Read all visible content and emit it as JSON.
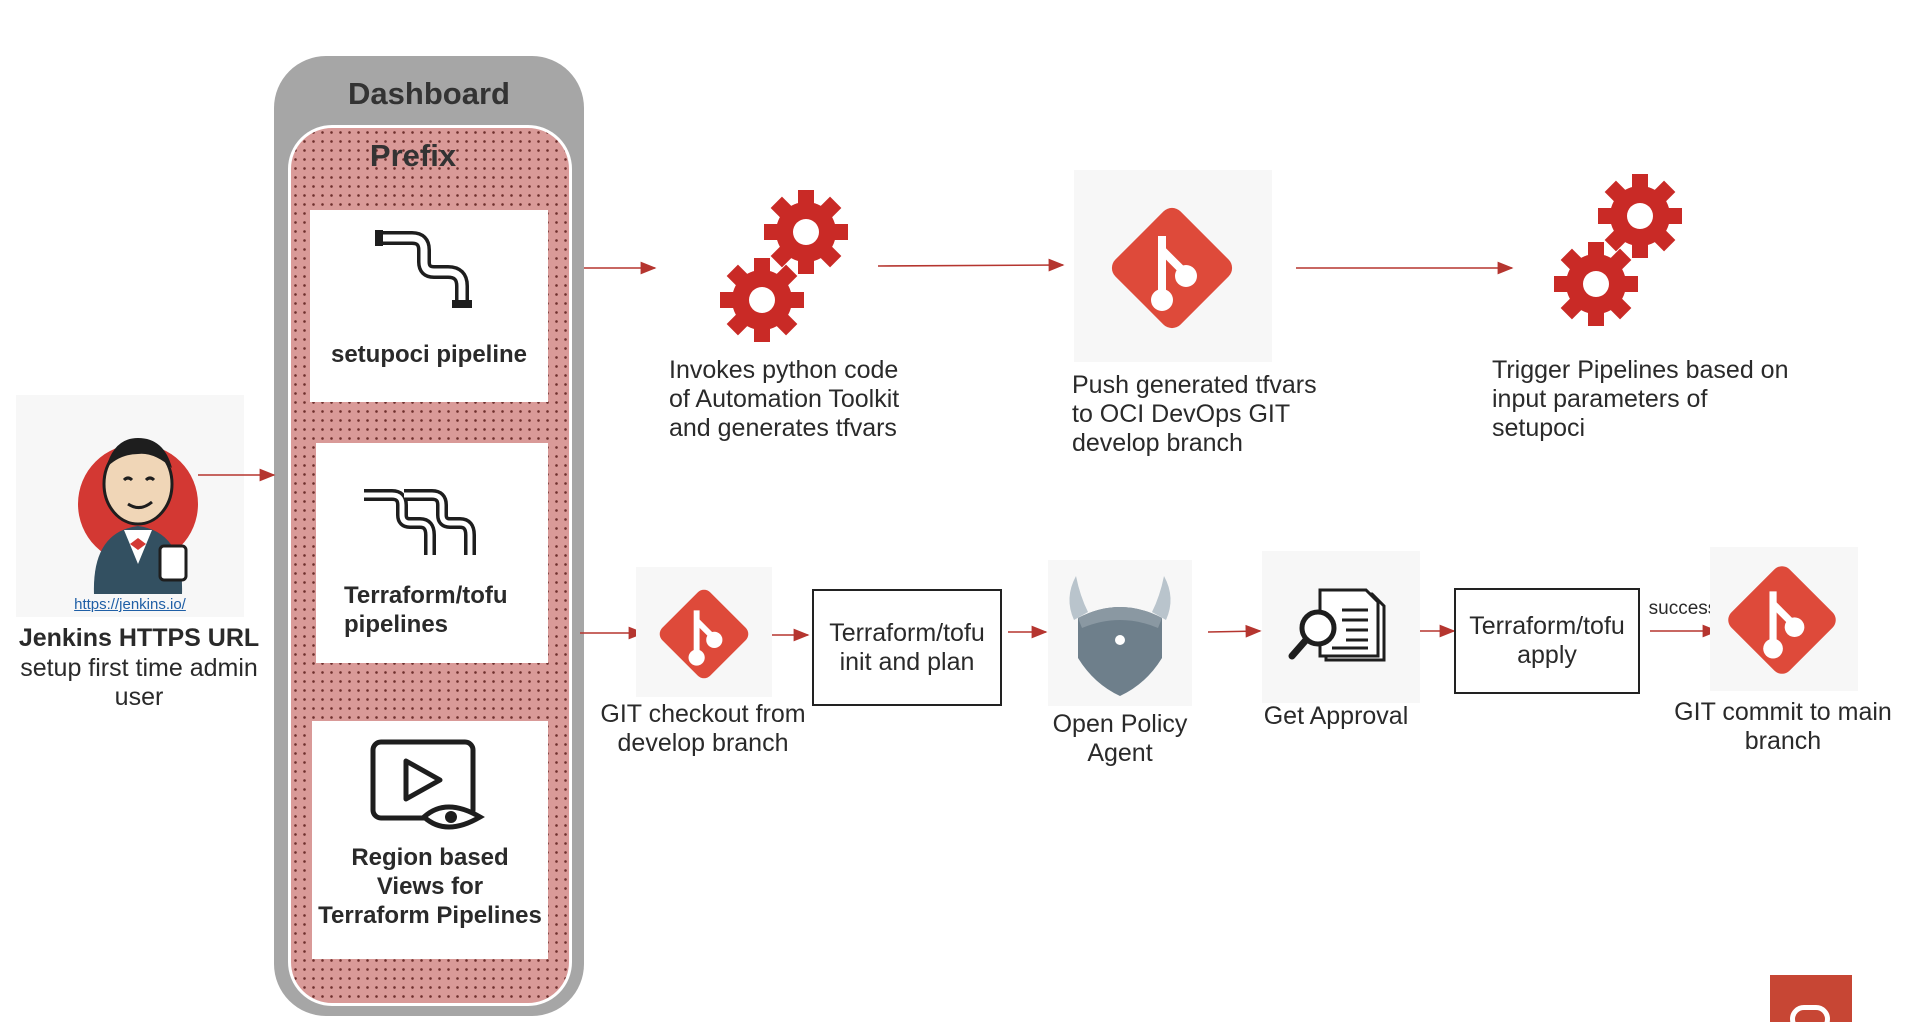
{
  "colors": {
    "accent": "#c92a26",
    "git_red": "#de4a3a",
    "arrow": "#b5352f",
    "dashboard_gray": "#a6a6a6",
    "prefix_fill": "#d99a98"
  },
  "dashboard": {
    "title": "Dashboard",
    "prefix": {
      "title": "Prefix",
      "cards": [
        {
          "label": "setupoci pipeline",
          "icon": "pipe-icon"
        },
        {
          "label_lines": [
            "Terraform/tofu",
            "pipelines"
          ],
          "icon": "double-pipe-icon"
        },
        {
          "label_lines": [
            "Region based",
            "Views for",
            "Terraform Pipelines"
          ],
          "icon": "video-view-icon"
        }
      ]
    }
  },
  "jenkins": {
    "link": "https://jenkins.io/",
    "title": "Jenkins HTTPS URL",
    "desc_lines": [
      "setup first time admin",
      "user"
    ],
    "icon": "jenkins-butler-icon"
  },
  "top_flow": [
    {
      "icon": "gears-icon",
      "lines": [
        "Invokes python code",
        "of Automation Toolkit",
        "and generates tfvars"
      ]
    },
    {
      "icon": "git-icon",
      "lines": [
        "Push generated tfvars",
        "to OCI DevOps GIT",
        "develop branch"
      ]
    },
    {
      "icon": "gears-icon",
      "lines": [
        "Trigger Pipelines based on",
        "input parameters of",
        "setupoci"
      ]
    }
  ],
  "bottom_flow": {
    "git_checkout": [
      "GIT checkout from",
      "develop branch"
    ],
    "tf_plan": [
      "Terraform/tofu",
      "init and plan"
    ],
    "opa": [
      "Open Policy",
      "Agent"
    ],
    "approval": "Get Approval",
    "tf_apply": [
      "Terraform/tofu",
      "apply"
    ],
    "success_label": "success",
    "git_commit": [
      "GIT commit to main",
      "branch"
    ]
  }
}
